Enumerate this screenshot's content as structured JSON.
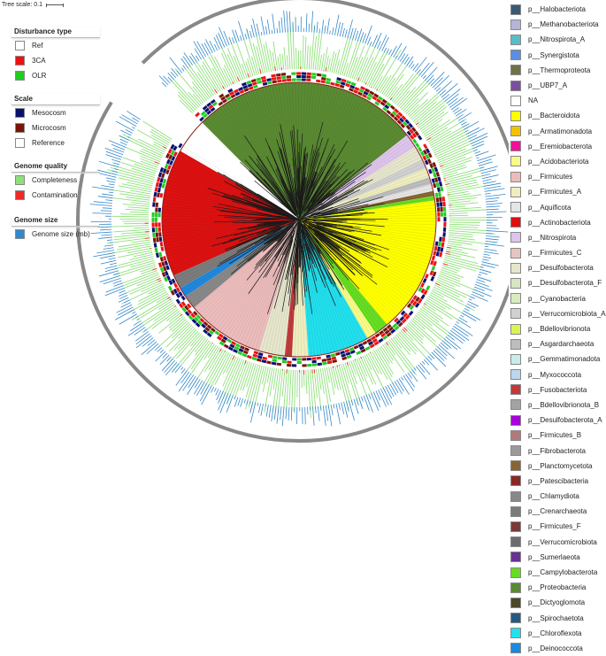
{
  "tree_scale": {
    "label": "Tree scale: 0.1"
  },
  "legends": {
    "disturbance": {
      "title": "Disturbance type",
      "items": [
        {
          "label": "Ref",
          "color": "#ffffff"
        },
        {
          "label": "3CA",
          "color": "#ee1111"
        },
        {
          "label": "OLR",
          "color": "#22cc22"
        }
      ]
    },
    "scale": {
      "title": "Scale",
      "items": [
        {
          "label": "Mesocosm",
          "color": "#0a1070"
        },
        {
          "label": "Microcosm",
          "color": "#7a1408"
        },
        {
          "label": "Reference",
          "color": "#ffffff"
        }
      ]
    },
    "genome_quality": {
      "title": "Genome quality",
      "items": [
        {
          "label": "Completeness",
          "color": "#8fe07a"
        },
        {
          "label": "Contamination",
          "color": "#ee2a2a"
        }
      ]
    },
    "genome_size": {
      "title": "Genome size",
      "items": [
        {
          "label": "Genome size (mb)",
          "color": "#3388cc"
        }
      ]
    }
  },
  "phyla": [
    {
      "label": "p__Halobacteriota",
      "color": "#3b5a72"
    },
    {
      "label": "p__Methanobacteriota",
      "color": "#b5b5d8"
    },
    {
      "label": "p__Nitrospirota_A",
      "color": "#5bbcc8"
    },
    {
      "label": "p__Synergistota",
      "color": "#5b8ee0"
    },
    {
      "label": "p__Thermoproteota",
      "color": "#70704a"
    },
    {
      "label": "p__UBP7_A",
      "color": "#7a4f9e"
    },
    {
      "label": "NA",
      "color": "#ffffff"
    },
    {
      "label": "p__Bacteroidota",
      "color": "#ffff00"
    },
    {
      "label": "p__Armatimonadota",
      "color": "#f2c200"
    },
    {
      "label": "p__Eremiobacterota",
      "color": "#ee1199"
    },
    {
      "label": "p__Acidobacteriota",
      "color": "#fafa88"
    },
    {
      "label": "p__Firmicutes",
      "color": "#ecbcbc"
    },
    {
      "label": "p__Firmicutes_A",
      "color": "#eeeec0"
    },
    {
      "label": "p__Aquificota",
      "color": "#e5e5e5"
    },
    {
      "label": "p__Actinobacteriota",
      "color": "#dd1111"
    },
    {
      "label": "p__Nitrospirota",
      "color": "#ddc4ec"
    },
    {
      "label": "p__Firmicutes_C",
      "color": "#e8c4c0"
    },
    {
      "label": "p__Desulfobacterota",
      "color": "#e6e6cc"
    },
    {
      "label": "p__Desulfobacterota_F",
      "color": "#d6e6c0"
    },
    {
      "label": "p__Cyanobacteria",
      "color": "#d9ecc0"
    },
    {
      "label": "p__Verrucomicrobiota_A",
      "color": "#d0d0d0"
    },
    {
      "label": "p__Bdellovibrionota",
      "color": "#d8f555"
    },
    {
      "label": "p__Asgardarchaeota",
      "color": "#bdbdbd"
    },
    {
      "label": "p__Gemmatimonadota",
      "color": "#c8ecea"
    },
    {
      "label": "p__Myxococcota",
      "color": "#bcd6ee"
    },
    {
      "label": "p__Fusobacteriota",
      "color": "#c03a3a"
    },
    {
      "label": "p__Bdellovibrionota_B",
      "color": "#a3a3a3"
    },
    {
      "label": "p__Desulfobacterota_A",
      "color": "#aa00dd"
    },
    {
      "label": "p__Firmicutes_B",
      "color": "#b07a7a"
    },
    {
      "label": "p__Fibrobacterota",
      "color": "#9a9a9a"
    },
    {
      "label": "p__Planctomycetota",
      "color": "#8a6432"
    },
    {
      "label": "p__Patescibacteria",
      "color": "#8a2828"
    },
    {
      "label": "p__Chlamydiota",
      "color": "#888888"
    },
    {
      "label": "p__Crenarchaeota",
      "color": "#7c7c7c"
    },
    {
      "label": "p__Firmicutes_F",
      "color": "#7a3a3a"
    },
    {
      "label": "p__Verrucomicrobiota",
      "color": "#6c6c6c"
    },
    {
      "label": "p__Sumerlaeota",
      "color": "#6a3090"
    },
    {
      "label": "p__Campylobacterota",
      "color": "#66dd22"
    },
    {
      "label": "p__Proteobacteria",
      "color": "#5a8a32"
    },
    {
      "label": "p__Dictyoglomota",
      "color": "#4a4a2a"
    },
    {
      "label": "p__Spirochaetota",
      "color": "#285a80"
    },
    {
      "label": "p__Chloroflexota",
      "color": "#22e0ee"
    },
    {
      "label": "p__Deinococcota",
      "color": "#1e88dd"
    }
  ]
}
